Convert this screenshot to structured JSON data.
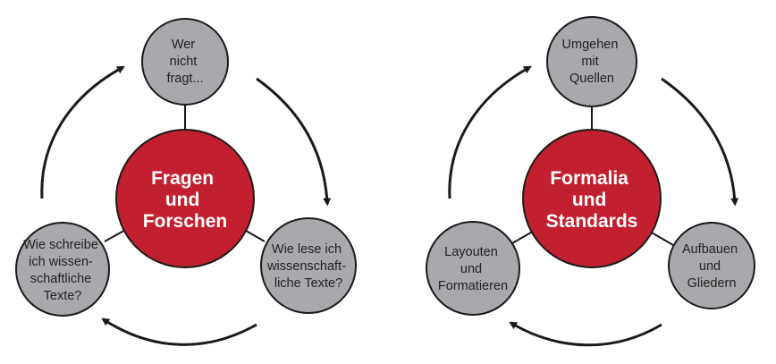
{
  "colors": {
    "center_fill": "#c3202f",
    "satellite_fill": "#a7a9ac",
    "stroke": "#1a1a1a",
    "arrow": "#1a1a1a"
  },
  "diagrams": [
    {
      "center": {
        "lines": [
          "Fragen",
          "und",
          "Forschen"
        ]
      },
      "satellites": [
        {
          "lines": [
            "Wer",
            "nicht",
            "fragt..."
          ]
        },
        {
          "lines": [
            "Wie lese ich",
            "wissenschaft-",
            "liche Texte?"
          ]
        },
        {
          "lines": [
            "Wie schreibe",
            "ich wissen-",
            "schaftliche",
            "Texte?"
          ]
        }
      ]
    },
    {
      "center": {
        "lines": [
          "Formalia",
          "und",
          "Standards"
        ]
      },
      "satellites": [
        {
          "lines": [
            "Umgehen",
            "mit",
            "Quellen"
          ]
        },
        {
          "lines": [
            "Aufbauen",
            "und",
            "Gliedern"
          ]
        },
        {
          "lines": [
            "Layouten",
            "und",
            "Formatieren"
          ]
        }
      ]
    }
  ]
}
